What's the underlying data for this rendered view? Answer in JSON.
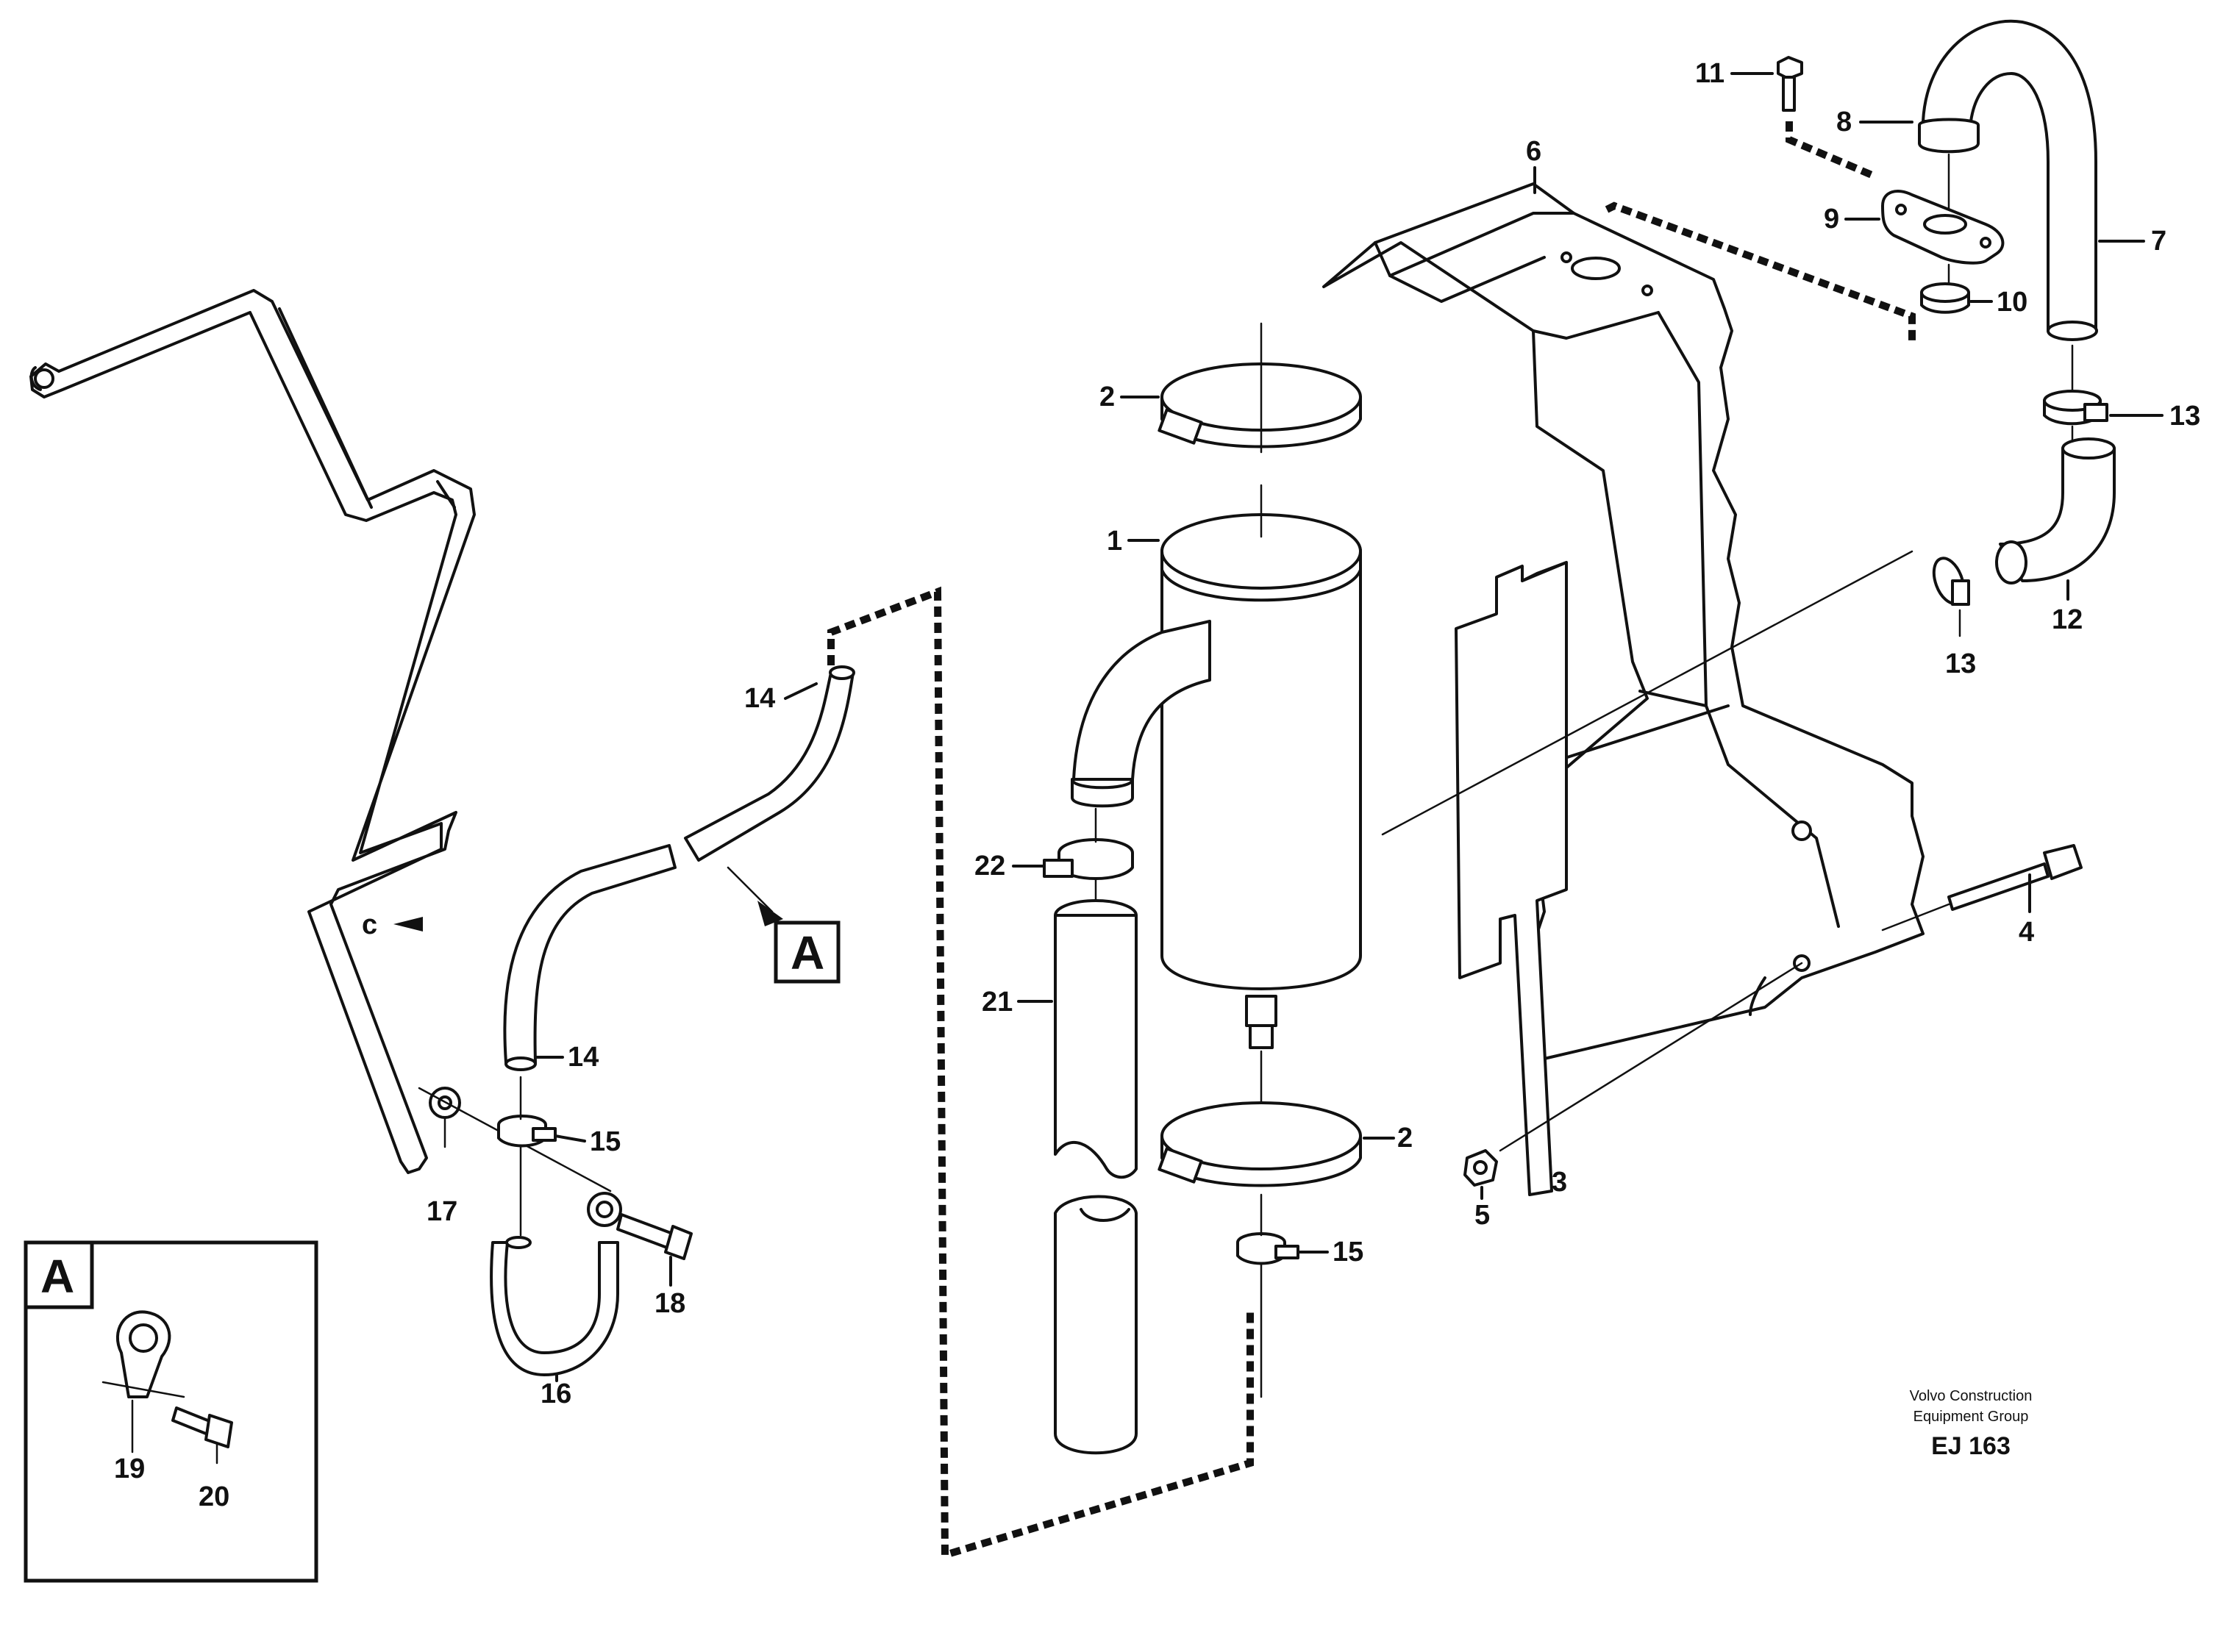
{
  "callouts": {
    "c1": "1",
    "c2a": "2",
    "c2b": "2",
    "c3": "3",
    "c4": "4",
    "c5": "5",
    "c6": "6",
    "c7": "7",
    "c8": "8",
    "c9": "9",
    "c10": "10",
    "c11": "11",
    "c12": "12",
    "c13a": "13",
    "c13b": "13",
    "c14a": "14",
    "c14b": "14",
    "c15a": "15",
    "c15b": "15",
    "c16": "16",
    "c17": "17",
    "c18": "18",
    "c19": "19",
    "c20": "20",
    "c21": "21",
    "c22": "22"
  },
  "connector_c": "c",
  "view_a": "A",
  "inset_a": "A",
  "credit": {
    "line1": "Volvo Construction",
    "line2": "Equipment Group",
    "code": "EJ 163"
  }
}
